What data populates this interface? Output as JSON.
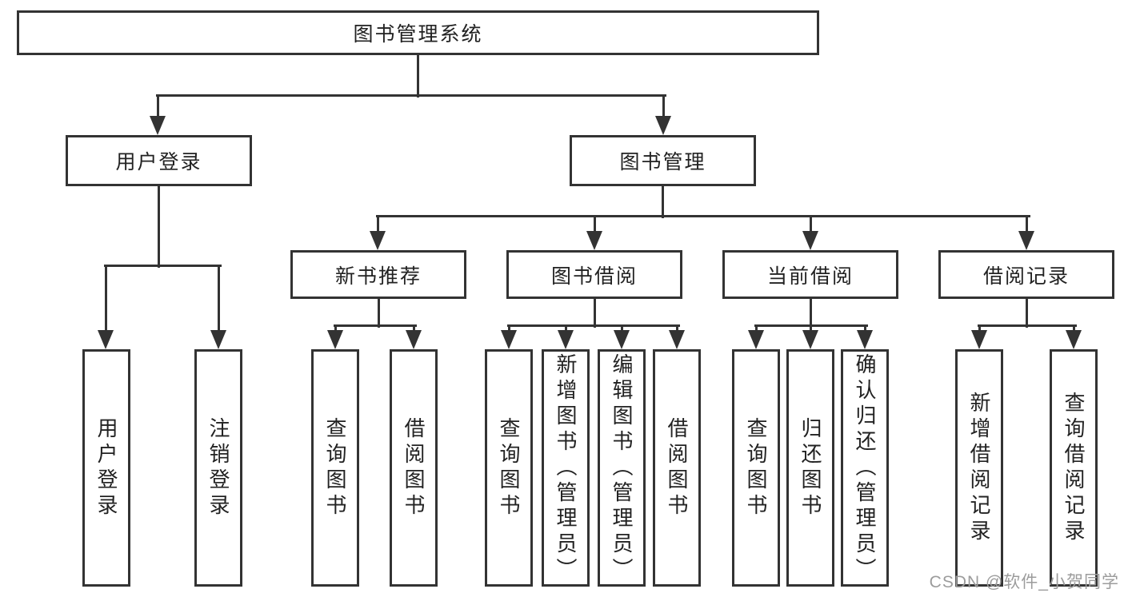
{
  "diagram": {
    "title": "图书管理系统",
    "nodes": [
      {
        "id": "root",
        "label": "图书管理系统",
        "level": 1,
        "parent": null
      },
      {
        "id": "user-login",
        "label": "用户登录",
        "level": 2,
        "parent": "root"
      },
      {
        "id": "book-mgmt",
        "label": "图书管理",
        "level": 2,
        "parent": "root"
      },
      {
        "id": "new-book-rec",
        "label": "新书推荐",
        "level": 3,
        "parent": "book-mgmt"
      },
      {
        "id": "book-borrow",
        "label": "图书借阅",
        "level": 3,
        "parent": "book-mgmt"
      },
      {
        "id": "current-borrow",
        "label": "当前借阅",
        "level": 3,
        "parent": "book-mgmt"
      },
      {
        "id": "borrow-records",
        "label": "借阅记录",
        "level": 3,
        "parent": "book-mgmt"
      },
      {
        "id": "leaf-user-login",
        "label": "用户登录",
        "level": 4,
        "parent": "user-login"
      },
      {
        "id": "leaf-logout",
        "label": "注销登录",
        "level": 4,
        "parent": "user-login"
      },
      {
        "id": "leaf-query-book-1",
        "label": "查询图书",
        "level": 4,
        "parent": "new-book-rec"
      },
      {
        "id": "leaf-borrow-book-1",
        "label": "借阅图书",
        "level": 4,
        "parent": "new-book-rec"
      },
      {
        "id": "leaf-query-book-2",
        "label": "查询图书",
        "level": 4,
        "parent": "book-borrow"
      },
      {
        "id": "leaf-add-book",
        "label": "新增图书（管理员）",
        "level": 4,
        "parent": "book-borrow"
      },
      {
        "id": "leaf-edit-book",
        "label": "编辑图书（管理员）",
        "level": 4,
        "parent": "book-borrow"
      },
      {
        "id": "leaf-borrow-book-2",
        "label": "借阅图书",
        "level": 4,
        "parent": "book-borrow"
      },
      {
        "id": "leaf-query-book-3",
        "label": "查询图书",
        "level": 4,
        "parent": "current-borrow"
      },
      {
        "id": "leaf-return-book",
        "label": "归还图书",
        "level": 4,
        "parent": "current-borrow"
      },
      {
        "id": "leaf-confirm-return",
        "label": "确认归还（管理员）",
        "level": 4,
        "parent": "current-borrow"
      },
      {
        "id": "leaf-add-borrow-record",
        "label": "新增借阅记录",
        "level": 4,
        "parent": "borrow-records"
      },
      {
        "id": "leaf-query-borrow-record",
        "label": "查询借阅记录",
        "level": 4,
        "parent": "borrow-records"
      }
    ]
  },
  "watermark": {
    "text": "CSDN @软件_小贺同学",
    "color": "#9c9c9c"
  },
  "colors": {
    "line": "#333333",
    "text": "#222222",
    "background": "#ffffff"
  }
}
